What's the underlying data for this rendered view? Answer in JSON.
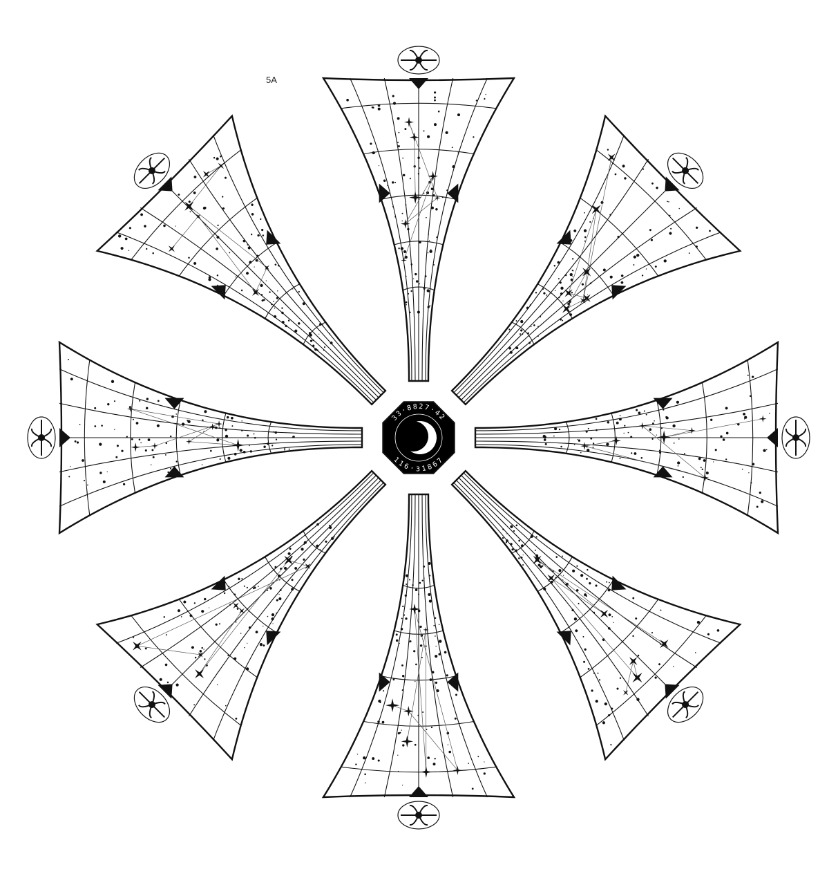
{
  "page": {
    "label": "5A"
  },
  "hub": {
    "icon": "crescent-moon-icon",
    "ring_text_top": "33·8827·42",
    "ring_text_bottom": "116·31867",
    "fill_color": "#000000",
    "moon_color": "#ffffff"
  },
  "colors": {
    "ink": "#111111",
    "paper": "#ffffff"
  },
  "panels": {
    "count": 8,
    "names": [
      "north",
      "northeast",
      "east",
      "southeast",
      "south",
      "southwest",
      "west",
      "northwest"
    ],
    "corner_emblem_icon": "ornamental-flourish-icon",
    "marker_icon": "rune-marker-icon"
  }
}
